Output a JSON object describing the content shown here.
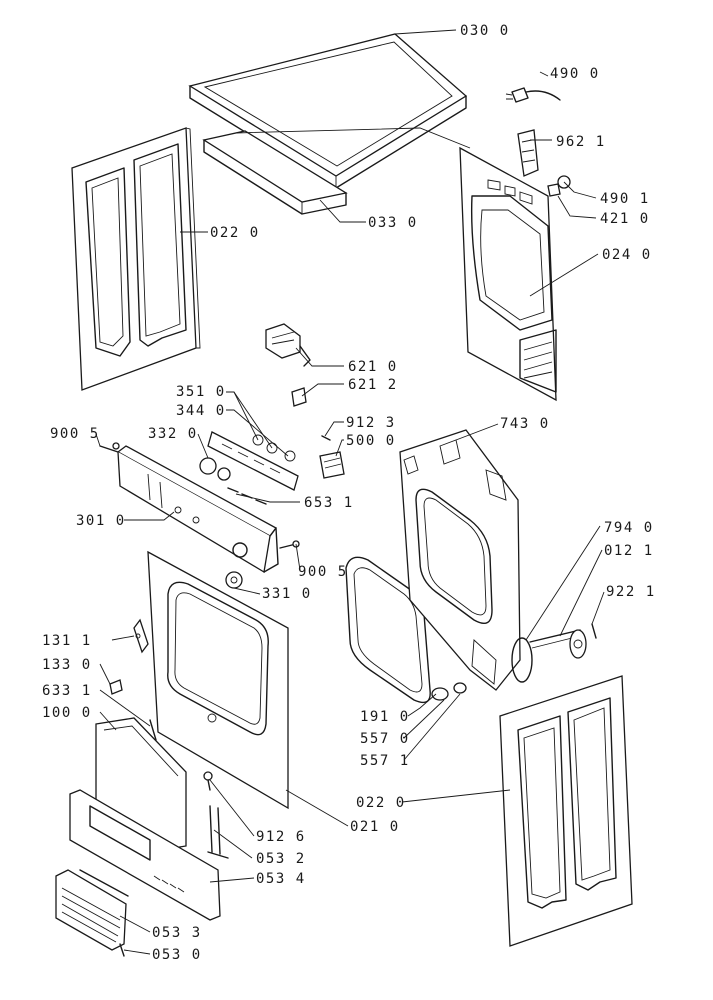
{
  "diagram": {
    "labels": {
      "l_030_0": "030 0",
      "l_490_0": "490 0",
      "l_962_1": "962 1",
      "l_490_1": "490 1",
      "l_421_0": "421 0",
      "l_024_0": "024 0",
      "l_022_0_left": "022 0",
      "l_033_0": "033 0",
      "l_621_0": "621 0",
      "l_621_2": "621 2",
      "l_351_0": "351 0",
      "l_344_0": "344 0",
      "l_912_3": "912 3",
      "l_500_0": "500 0",
      "l_743_0": "743 0",
      "l_900_5_left": "900 5",
      "l_332_0": "332 0",
      "l_653_1": "653 1",
      "l_301_0": "301 0",
      "l_900_5_right": "900 5",
      "l_331_0": "331 0",
      "l_794_0": "794 0",
      "l_012_1": "012 1",
      "l_922_1": "922 1",
      "l_131_1": "131 1",
      "l_133_0": "133 0",
      "l_633_1": "633 1",
      "l_100_0": "100 0",
      "l_191_0": "191 0",
      "l_557_0": "557 0",
      "l_557_1": "557 1",
      "l_022_0_right": "022 0",
      "l_021_0": "021 0",
      "l_912_6": "912 6",
      "l_053_2": "053 2",
      "l_053_4": "053 4",
      "l_053_3": "053 3",
      "l_053_0": "053 0"
    }
  }
}
